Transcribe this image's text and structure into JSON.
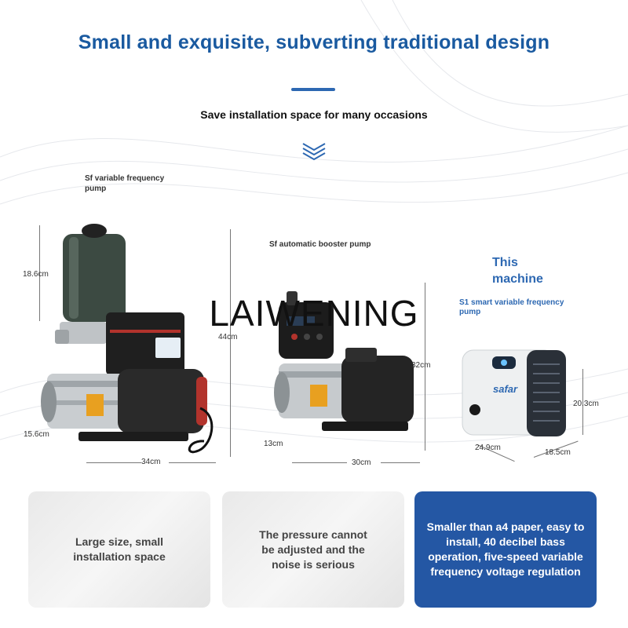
{
  "header": {
    "title": "Small and exquisite, subverting traditional design",
    "subtitle": "Save installation space for many occasions"
  },
  "products": {
    "sf_variable": {
      "label": "Sf variable frequency pump",
      "dims": {
        "tank_height": "18.6cm",
        "height": "44cm",
        "depth": "15.6cm",
        "width": "34cm"
      }
    },
    "sf_auto": {
      "label": "Sf automatic booster pump",
      "dims": {
        "height": "32cm",
        "depth": "13cm",
        "width": "30cm"
      }
    },
    "s1": {
      "tagline": "This machine",
      "label": "S1 smart variable frequency pump",
      "brand": "safar",
      "dims": {
        "height": "20.3cm",
        "width": "24.9cm",
        "depth": "18.5cm"
      }
    }
  },
  "watermark": "LAIWENING",
  "comparison": [
    {
      "text": "Large size, small installation space"
    },
    {
      "text": "The pressure cannot be adjusted and the noise is serious"
    },
    {
      "text": "Smaller than a4 paper, easy to install, 40 decibel bass operation, five-speed variable frequency voltage regulation"
    }
  ],
  "colors": {
    "brand_blue": "#1a5aa0",
    "card_blue": "#2457a4",
    "card_gray": "#eeeeee",
    "pump_green": "#3c4a42"
  }
}
